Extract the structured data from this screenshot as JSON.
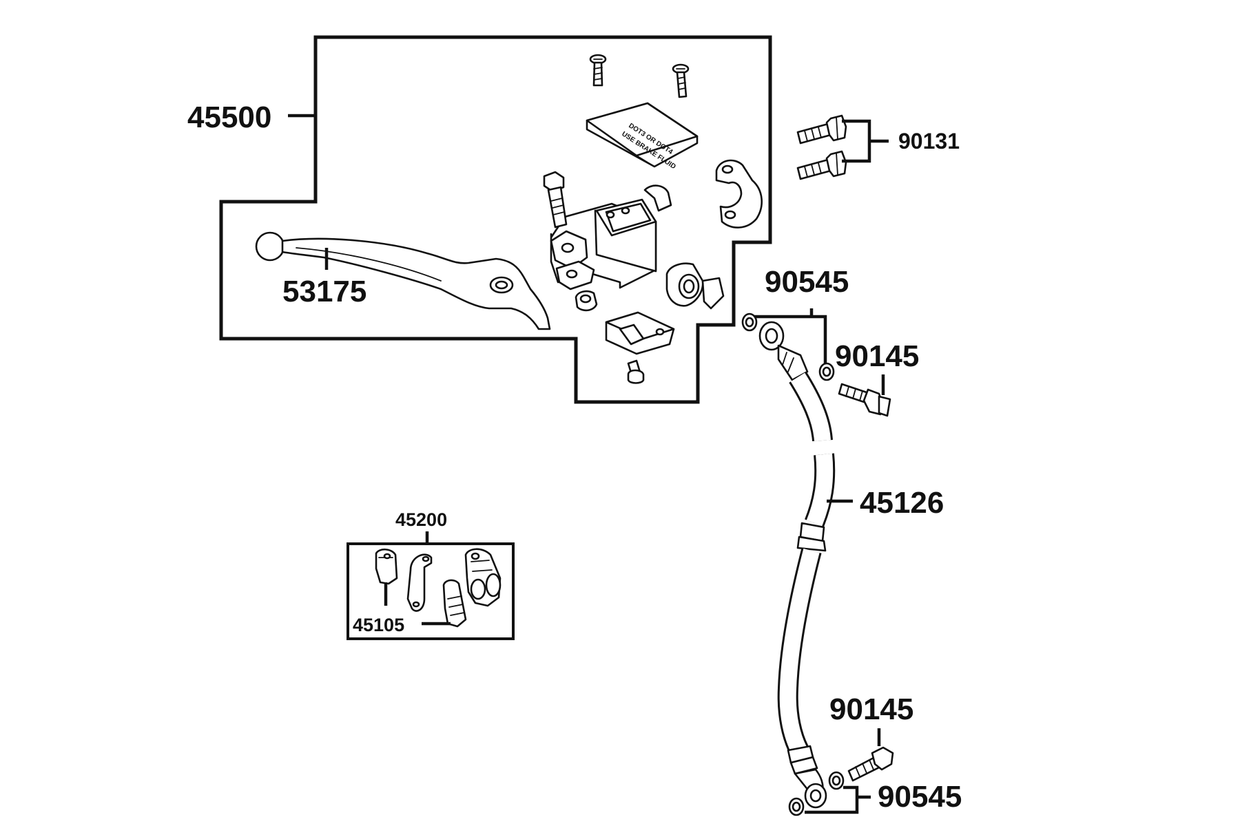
{
  "parts": {
    "p45500": "45500",
    "p90131": "90131",
    "p53175": "53175",
    "p90545_top": "90545",
    "p90145_top": "90145",
    "p45126": "45126",
    "p45200": "45200",
    "p45105": "45105",
    "p90145_bottom": "90145",
    "p90545_bottom": "90545"
  },
  "reservoir_cap_text": [
    "USE BRAKE FLUID",
    "DOT3 OR DOT4"
  ]
}
